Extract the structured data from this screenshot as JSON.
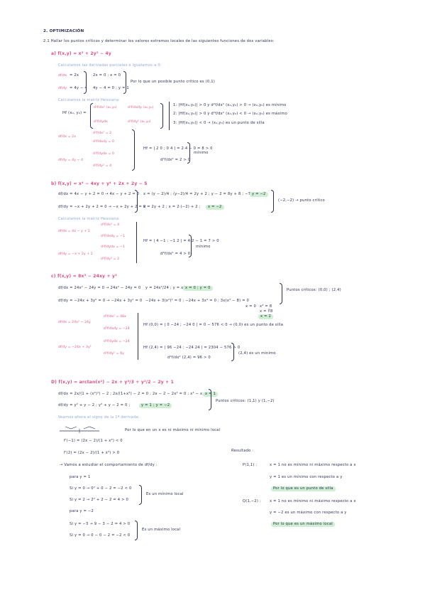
{
  "header": {
    "title": "2. OPTIMIZACIÓN",
    "intro": "2.1 Hallar los puntos críticos y determinar los valores extremos locales de las siguientes funciones de dos variables:"
  },
  "a": {
    "heading": "a)  f(x,y) = x² + 2y² − 4y",
    "step1": "· Calculamos las derivadas parciales e igualamos a 0:",
    "fx_frac": "df/dx",
    "fx": "= 2x",
    "fy_frac": "df/dy",
    "fy": "= 4y − 4",
    "eq1": "2x = 0 ;  x = 0",
    "eq2": "4y − 4 = 0 ;  y = 1",
    "conclusion1": "Por lo que un posible punto crítico es (0,1)",
    "step2": "· Calculamos la matriz Hessiana:",
    "hessian_label": "Hf (x₀, y₀) =",
    "h11": "d²f/dx² (x₀,y₀)",
    "h12": "d²f/dxdy (x₀,y₀)",
    "h21": "d²f/dydx",
    "h22": "d²f/dy² (x₀,y₀)",
    "crit1": "1:  |Hf(x₀,y₀)| > 0   y   d²f/dx² (x₀,y₀) > 0  → (x₀,y₀) es mínimo",
    "crit2": "2:  |Hf(x₀,y₀)| > 0   y   d²f/dx² (x₀,y₀) < 0  → (x₀,y₀) es máximo",
    "crit3": "3:  |Hf(x₀,y₀)| < 0  → (x₀,y₀) es un punto de silla",
    "d1": "df/dx = 2x",
    "d1a": "d²f/dx² = 2",
    "d1b": "d²f/dxdy = 0",
    "d2": "df/dy = 4y − 4",
    "d2a": "d²f/dydx = 0",
    "d2b": "d²f/dy² = 4",
    "hf": "Hf = | 2  0 ;  0  4 | = 2·4 − 0 = 8 > 0",
    "hf2": "d²f/dx² = 2 > 0",
    "result": "mínimo"
  },
  "b": {
    "heading": "b)  f(x,y) = x⁴ − 4xy + y⁴ + 2x + 2y − 5",
    "l1": "df/dx = 4x − y + 2 = 0 → 4x − y + 2 = 0",
    "l1b": "x = (y − 2)/4   ;   (y−2)/4 = 2y + 2  ;  y − 2 = 8y + 8  ;  −7y = 10 ;",
    "l1hl": "y = −2",
    "l2": "df/dy = −x + 2y + 2 = 0 → −x + 2y + 2 = 0",
    "l2b": "x = 2y + 2  ;  x = 2·(−2) + 2 ;",
    "l2hl": "x = −2",
    "l2c": "(−2,−2) → punto crítico",
    "step": "· Calculamos la matriz Hessiana:",
    "m1": "df/dx = 4x − y + 2",
    "m1a": "d²f/dx² = 4",
    "m1b": "d²f/dxdy = −1",
    "m2": "df/dy = −x + 2y + 2",
    "m2a": "d²f/dydx = −1",
    "m2b": "d²f/dy² = 2",
    "hf": "Hf = | 4  −1 ;  −1  2 |  = 4·2 − 1 = 7 > 0",
    "hf2": "d²f/dx² = 4 > 0",
    "result": "mínimo"
  },
  "c": {
    "heading": "c)  f(x,y) = 8x³ − 24xy + y³",
    "l1": "df/dx = 24x² − 24y = 0  →  24x² − 24y = 0",
    "l1b": "y = 24x²/24 ;  y = x²",
    "l1hl": "x = 0 ;  y = 0",
    "l2": "df/dy = −24x + 3y² = 0  →  −24x + 3y² = 0",
    "l2b": "−24x + 3(x²)² = 0 ;  −24x + 3x⁴ = 0 ;  3x(x³ − 8) = 0",
    "l2c": "x = 0",
    "l2d": "x³ = 8",
    "l2e": "x = ∛8",
    "l2hl": "x = 2",
    "pts": "Puntos críticos: (0,0) ; (2,4)",
    "m1": "df/dx = 24x² − 24y",
    "m1a": "d²f/dx² = 48x",
    "m1b": "d²f/dxdy = −24",
    "m2": "df/dy = −24x + 3y²",
    "m2a": "d²f/dydx = −24",
    "m2b": "d²f/dy² = 6y",
    "hf1": "Hf (0,0) = | 0  −24 ;  −24  0 | = 0 − 576 < 0  →  (0,0) es un punto de silla",
    "hf2": "Hf (2,4) = | 96  −24 ;  −24  24 | = 2304 − 576 > 0",
    "hf3": "d²f/dx² (2,4) = 96 > 0",
    "result": "(2,4) es un mínimo"
  },
  "d": {
    "heading": "D)  f(x,y) = arctan(x²) − 2x + y³/3 + y²/2 − 2y + 1",
    "l1": "df/dx = 2x/(1 + (x²)²) − 2  ;  2x/(1+x⁴) − 2 = 0  ;  2x − 2 − 2x⁴ = 0  ;  x⁴ − x = 0 ;",
    "l1hl": "x = 1",
    "l2": "df/dy = y² + y − 2  ;  y² + y − 2 = 0 ;",
    "l2hl": "y = 1 ;  y = −2",
    "pts": "Puntos críticos: (1,1) y (1,−2)",
    "step": "· Veamos ahora el signo de la 1ª derivada:",
    "sign_note": "Por lo que en un x es  ni máximo ni mínimo local",
    "fp1": "f'(−1) = (2x − 2)/(1 + x⁴) < 0",
    "fp2": "f'(2) =  (2x − 2)/(1 + x⁴) > 0",
    "study": "→ Vamos a estudiar el comportamiento de df/dy :",
    "para1": "para  y = 1",
    "s1": "Si  y = 0  →  0² + 0 − 2 = −2 < 0",
    "s2": "Si  y = 2  →  2² + 2 − 2 = 4 > 0",
    "r1": "Es un mínimo local",
    "para2": "para  y = −2",
    "s3": "Si  y = −3  →  9 − 3 − 2 = 4 > 0",
    "s4": "Si  y = 0  →  0 − 0 − 2 = −2 < 0",
    "r2": "Es un máximo local",
    "res_title": "Resultado :",
    "p1": "P(1,1) :",
    "p1a": "x = 1  no es mínimo ni máximo respecto a x",
    "p1b": "y = 1  es un mínimo con respecto a y",
    "p1c": "Por lo que es un punto de silla",
    "p2": "Q(1,−2) :",
    "p2a": "x = 1  no es mínimo ni máximo respecto a x",
    "p2b": "y = −2  es un máximo con respecto a y",
    "p2c": "Por lo que es un máximo local"
  },
  "colors": {
    "ink": "#2b2f55",
    "accent": "#e24f7c",
    "muted": "#8fa8d8",
    "highlight": "#cfeed2"
  }
}
